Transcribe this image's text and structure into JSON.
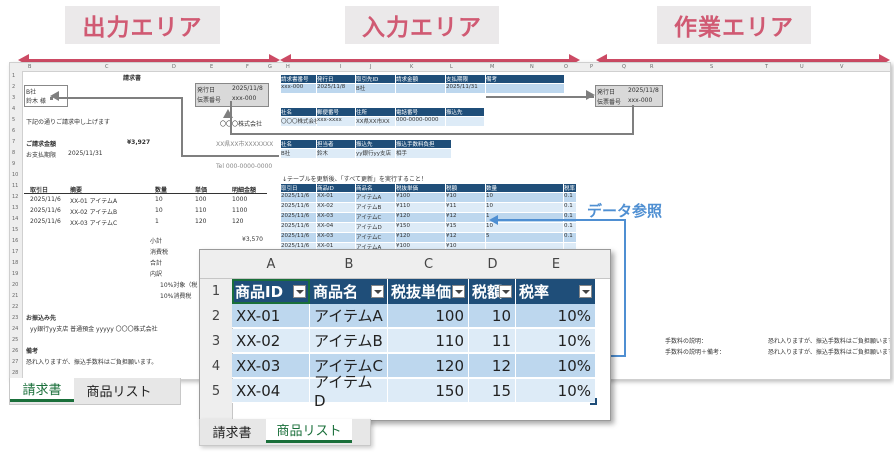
{
  "zones": {
    "output": "出力エリア",
    "input": "入力エリア",
    "work": "作業エリア"
  },
  "ref_label": "データ参照",
  "sheet": {
    "columns": [
      "B",
      "C",
      "D",
      "E",
      "F",
      "G",
      "H",
      "I",
      "J",
      "K",
      "L",
      "M",
      "N",
      "O",
      "P",
      "Q",
      "R",
      "S",
      "T",
      "U",
      "V"
    ],
    "rows": [
      "1",
      "2",
      "3",
      "4",
      "5",
      "6",
      "7",
      "8",
      "9",
      "10",
      "11",
      "12",
      "13",
      "14",
      "15",
      "16",
      "17",
      "18",
      "19",
      "20",
      "21",
      "22",
      "23",
      "24",
      "25",
      "26",
      "27",
      "28"
    ],
    "invoice": {
      "title": "請求書",
      "recipient": "B社",
      "recipient_person": "鈴木 様",
      "issue_date_label": "発行日",
      "issue_date": "2025/11/8",
      "doc_no_label": "伝票番号",
      "doc_no": "xxx-000",
      "greeting": "下記の通りご請求申し上げます",
      "company": "〇〇〇株式会社",
      "total_label": "ご請求金額",
      "total": "¥3,927",
      "due_label": "お支払期限",
      "due": "2025/11/31",
      "address": "XX県XX市XXXXXXX",
      "phone": "Tel 000-0000-0000",
      "table_headers": [
        "取引日",
        "摘要",
        "数量",
        "単価",
        "明細金額"
      ],
      "items": [
        [
          "2025/11/6",
          "XX-01 アイテムA",
          "10",
          "100",
          "1000"
        ],
        [
          "2025/11/6",
          "XX-02 アイテムB",
          "10",
          "110",
          "1100"
        ],
        [
          "2025/11/6",
          "XX-03 アイテムC",
          "1",
          "120",
          "120"
        ]
      ],
      "subtotal_label": "小計",
      "subtotal": "¥3,570",
      "tax_label": "消費税",
      "sum_label": "合計",
      "breakdown_label": "内訳",
      "rate10_label": "10%対象（税",
      "rate10_tax": "10%消費税",
      "bank_label": "お振込み先",
      "bank": "yy銀行yy支店 普通預金 yyyyy 〇〇〇株式会社",
      "note_label": "備考",
      "note": "恐れ入りますが、振込手数料はご負担願います。"
    },
    "input": {
      "hdr1": [
        "請求書番号",
        "発行日",
        "取引先ID",
        "請求金額",
        "支払期限",
        "備考"
      ],
      "row1": [
        "xxx-000",
        "2025/11/8",
        "B社",
        "",
        "2025/11/31",
        ""
      ],
      "hdr2": [
        "社名",
        "郵便番号",
        "住所",
        "電話番号",
        "振込先"
      ],
      "row2": [
        "〇〇〇株式会社",
        "xxx-xxxx",
        "XX県XX市XX",
        "000-0000-0000",
        ""
      ],
      "hdr3": [
        "社名",
        "担当者",
        "振込先",
        "振込手数料負担"
      ],
      "row3": [
        "B社",
        "鈴木",
        "yy銀行yy支店",
        "相手"
      ],
      "instruction": "↓テーブルを更新後、「すべて更新」を実行すること！",
      "hdr4": [
        "取引日",
        "商品ID",
        "商品名",
        "税抜単価",
        "税額",
        "数量",
        "税率"
      ],
      "rows4": [
        [
          "2025/11/6",
          "XX-01",
          "アイテムA",
          "¥100",
          "¥10",
          "10",
          "0.1"
        ],
        [
          "2025/11/6",
          "XX-02",
          "アイテムB",
          "¥110",
          "¥11",
          "10",
          "0.1"
        ],
        [
          "2025/11/6",
          "XX-03",
          "アイテムC",
          "¥120",
          "¥12",
          "1",
          "0.1"
        ],
        [
          "2025/11/6",
          "XX-04",
          "アイテムD",
          "¥150",
          "¥15",
          "10",
          "0.1"
        ],
        [
          "2025/11/6",
          "XX-03",
          "アイテムC",
          "¥120",
          "¥12",
          "5",
          "0.1"
        ],
        [
          "2025/11/6",
          "XX-01",
          "アイテムA",
          "¥100",
          "¥10",
          "",
          ""
        ]
      ]
    },
    "work": {
      "issue_date_label": "発行日",
      "issue_date": "2025/11/8",
      "doc_no_label": "伝票番号",
      "doc_no": "xxx-000",
      "fee_label": "手数料の説明：",
      "fee_text": "恐れ入りますが、振込手数料はご負担願います。",
      "fee_note_label": "手数料の説明＋備考：",
      "fee_note_text": "恐れ入りますが、振込手数料はご負担願います。"
    },
    "tabs": [
      "請求書",
      "商品リスト"
    ]
  },
  "zoom": {
    "columns": [
      "A",
      "B",
      "C",
      "D",
      "E"
    ],
    "rows": [
      "1",
      "2",
      "3",
      "4",
      "5"
    ],
    "headers": [
      "商品ID",
      "商品名",
      "税抜単価",
      "税額",
      "税率"
    ],
    "data": [
      [
        "XX-01",
        "アイテムA",
        "100",
        "10",
        "10%"
      ],
      [
        "XX-02",
        "アイテムB",
        "110",
        "11",
        "10%"
      ],
      [
        "XX-03",
        "アイテムC",
        "120",
        "12",
        "10%"
      ],
      [
        "XX-04",
        "アイテムD",
        "150",
        "15",
        "10%"
      ]
    ],
    "tabs": [
      "請求書",
      "商品リスト"
    ]
  },
  "colors": {
    "accent": "#cc4a64",
    "header_blue": "#1f4e79",
    "row_blue": "#bdd7ee",
    "row_light": "#ddebf7",
    "ref_blue": "#4f8fd2",
    "tab_green": "#1a6f3a"
  }
}
